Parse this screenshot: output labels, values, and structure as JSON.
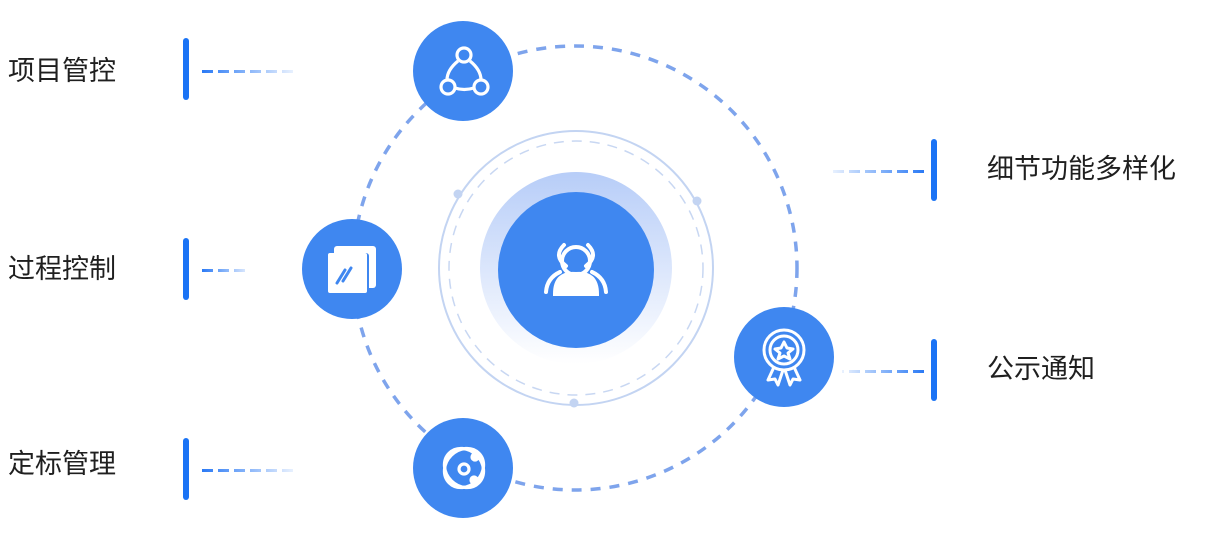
{
  "left_items": [
    {
      "label": "项目管控",
      "icon": "network-icon"
    },
    {
      "label": "过程控制",
      "icon": "edit-doc-icon"
    },
    {
      "label": "定标管理",
      "icon": "atom-icon"
    }
  ],
  "right_items": [
    {
      "label": "细节功能多样化"
    },
    {
      "label": "公示通知",
      "icon": "award-icon"
    }
  ],
  "center": {
    "icon": "users-icon"
  },
  "colors": {
    "accent": "#3f87f0",
    "bar": "#1a73f5",
    "orbit": "#7ea4ec",
    "ring": "#c3d4f2",
    "text": "#1f1f1f"
  }
}
